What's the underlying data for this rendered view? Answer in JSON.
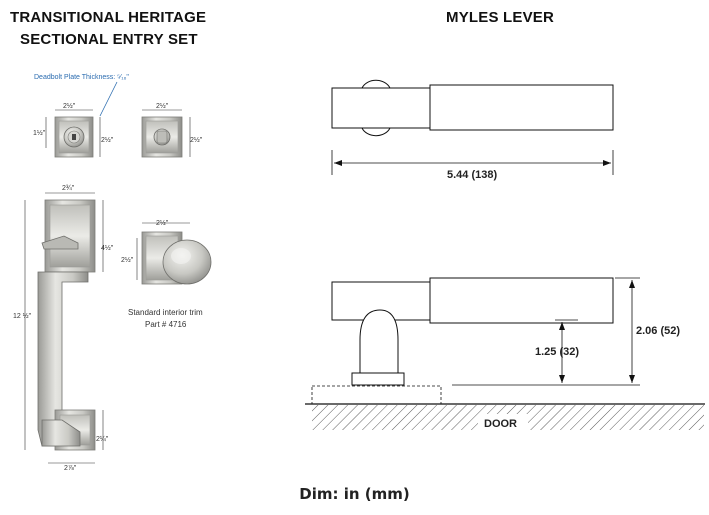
{
  "left_title_line1": "TRANSITIONAL HERITAGE",
  "left_title_line2": "SECTIONAL ENTRY SET",
  "right_title": "MYLES LEVER",
  "deadbolt_note": "Deadbolt Plate Thickness: ⁵⁄₁₆\"",
  "left_dims": {
    "deadbolt_width": "2½\"",
    "deadbolt_height": "2½\"",
    "deadbolt_cylinder_offset": "1½\"",
    "thumbturn_width": "2½\"",
    "thumbturn_height": "2½\"",
    "handle_top_width": "2¾\"",
    "handle_top_height": "4½\"",
    "handle_overall_height": "12 ½\"",
    "handle_bottom_height": "2¼\"",
    "handle_bottom_width": "2⅞\"",
    "interior_width": "2½\"",
    "interior_height": "2½\""
  },
  "interior_caption_line1": "Standard interior trim",
  "interior_caption_line2": "Part # 4716",
  "lever_length": "5.44 (138)",
  "lever_projection": "2.06 (52)",
  "rose_height": "1.25 (32)",
  "door_label": "DOOR",
  "footer": "Dim: in (mm)"
}
